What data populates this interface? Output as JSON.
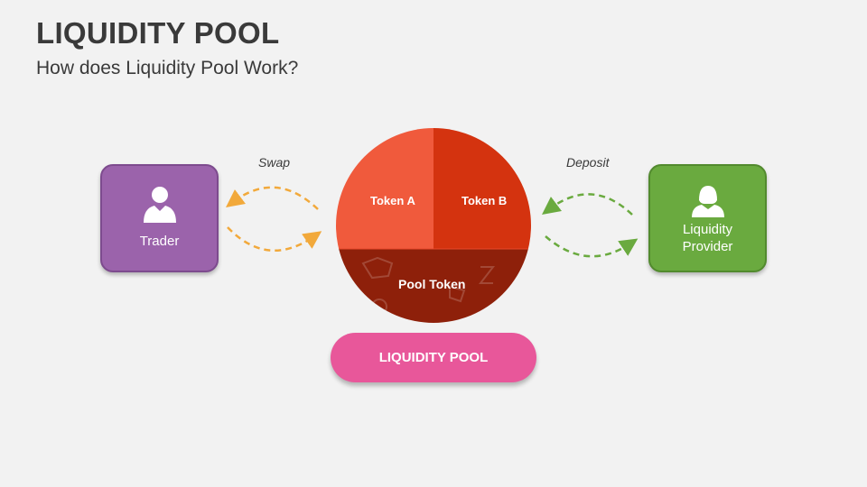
{
  "header": {
    "title": "LIQUIDITY POOL",
    "subtitle": "How does Liquidity Pool Work?"
  },
  "nodes": {
    "trader": {
      "label": "Trader",
      "color": "#9b63ab",
      "icon": "person-male-icon"
    },
    "provider": {
      "label": "Liquidity\nProvider",
      "color": "#6aaa3f",
      "icon": "person-female-icon"
    }
  },
  "flows": {
    "swap": {
      "label": "Swap",
      "color": "#f2a93b"
    },
    "deposit": {
      "label": "Deposit",
      "color": "#6aaa3f"
    }
  },
  "pool": {
    "token_a": "Token A",
    "token_b": "Token B",
    "pool_token": "Pool Token",
    "colors": {
      "token_a": "#f05a3c",
      "token_b": "#d4330f",
      "pool_token": "#8e200a"
    }
  },
  "pool_button": {
    "label": "LIQUIDITY POOL",
    "color": "#e8579a"
  }
}
